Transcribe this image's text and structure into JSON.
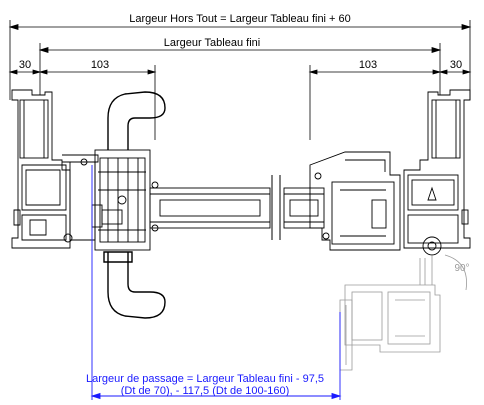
{
  "dimensions": {
    "overall_label": "Largeur Hors Tout = Largeur Tableau fini + 60",
    "frame_label": "Largeur Tableau fini",
    "left_offset": "30",
    "left_depth": "103",
    "right_depth": "103",
    "right_offset": "30"
  },
  "passage": {
    "line1": "Largeur de passage = Largeur Tableau fini - 97,5",
    "line2": "(Dt de 70), - 117,5 (Dt de 100-160)"
  },
  "opening_angle": "90°",
  "colors": {
    "line": "#000000",
    "passage_blue": "#1a1aff",
    "ghost_gray": "#9a9a9a"
  }
}
